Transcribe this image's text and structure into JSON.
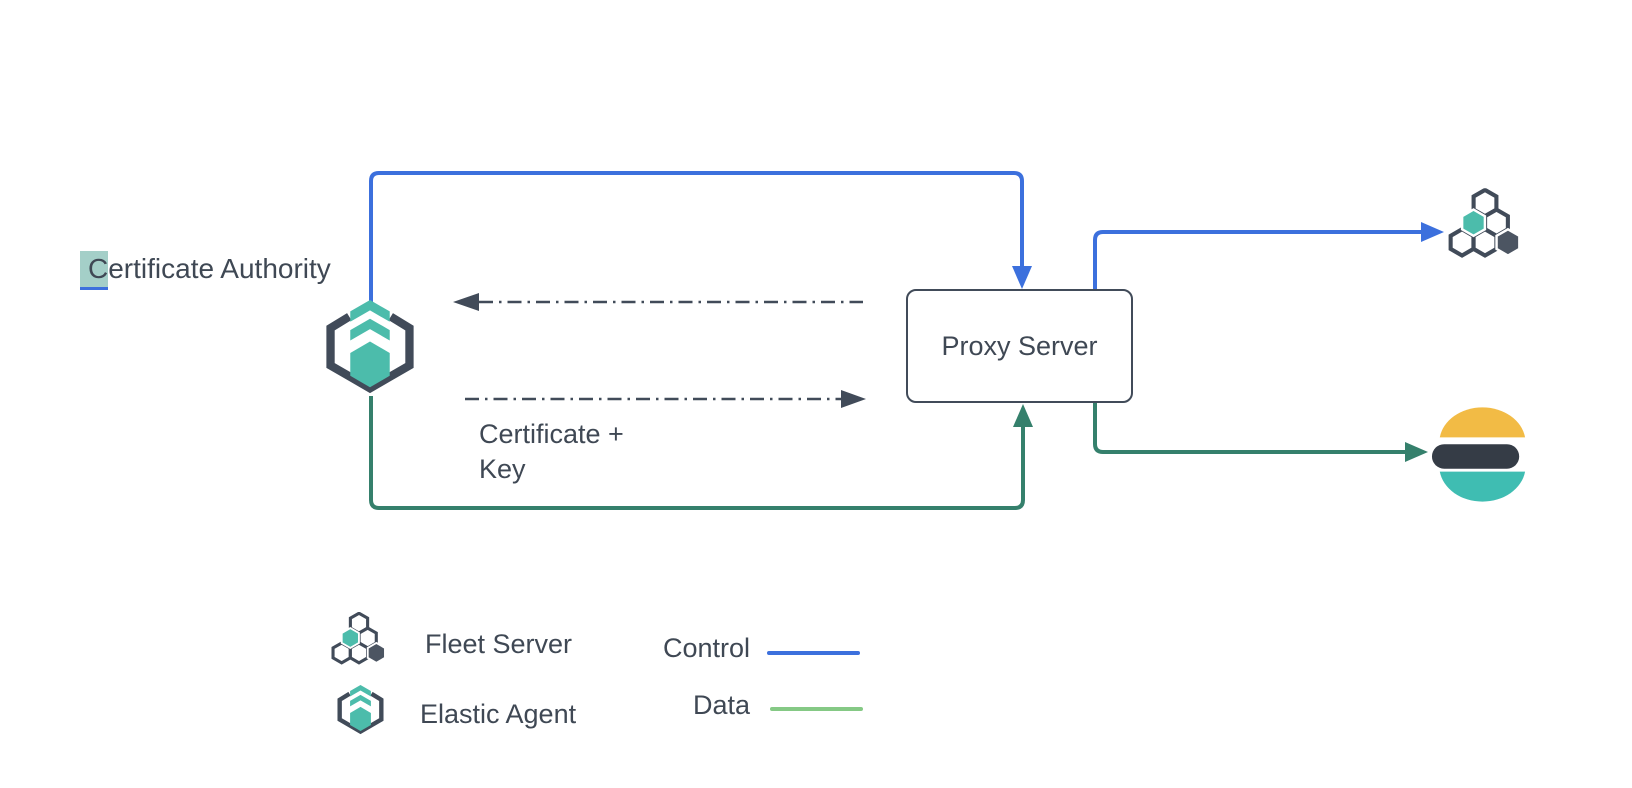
{
  "nodes": {
    "certificate_authority": {
      "highlighted_prefix": "C",
      "label_rest": "ertificate Authority"
    },
    "proxy_server": {
      "label": "Proxy Server"
    },
    "connection_label": {
      "line1": "Certificate +",
      "line2": "Key"
    }
  },
  "legend": {
    "items": [
      {
        "icon": "fleet-server-icon",
        "label": "Fleet Server"
      },
      {
        "icon": "elastic-agent-icon",
        "label": "Elastic Agent"
      }
    ],
    "flows": [
      {
        "label": "Control",
        "color": "#3c70dd"
      },
      {
        "label": "Data",
        "color": "#85c985"
      }
    ]
  },
  "colors": {
    "control_blue": "#3c70dd",
    "data_green": "#35806c",
    "data_green_light": "#85c985",
    "slate": "#414b59",
    "text": "#3f4854",
    "teal": "#4cbcab",
    "hex_dark": "#4c5562",
    "es_yellow": "#f2bb45",
    "es_dark": "#353c46",
    "es_teal": "#3fbdb2",
    "selection_highlight": "#a4cfc8"
  }
}
